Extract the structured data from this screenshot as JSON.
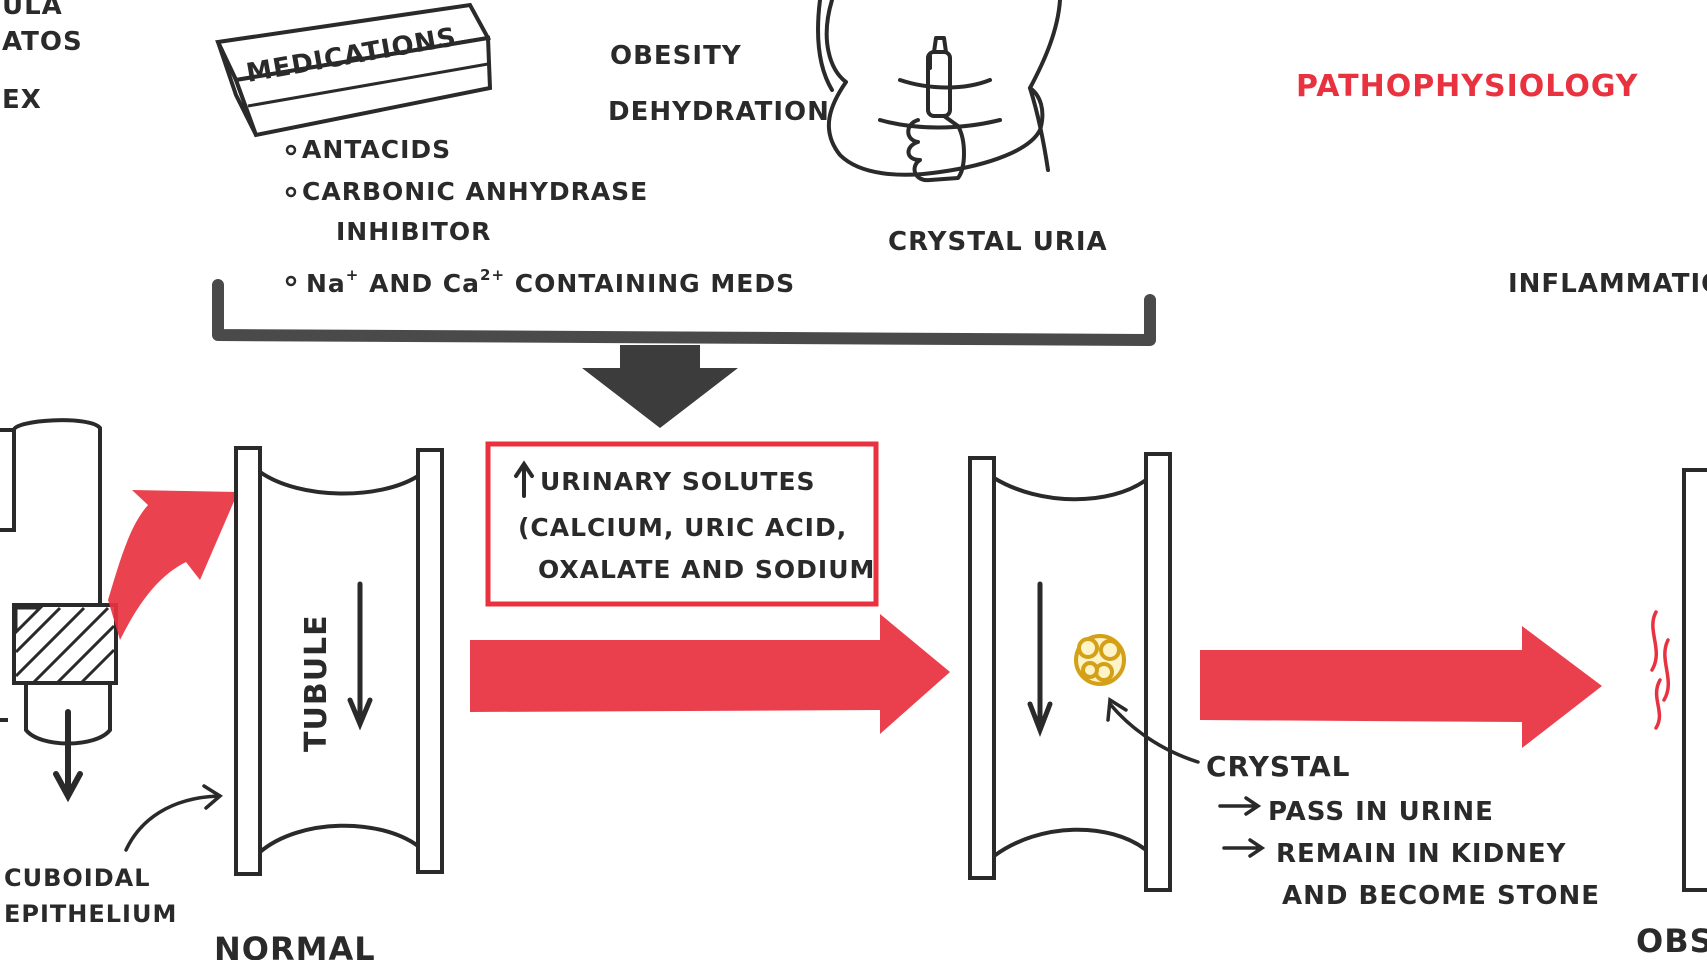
{
  "colors": {
    "ink": "#2a2a2a",
    "red": "#e8323f",
    "crystal": "#d4a017",
    "gray_marker": "#4a4a4a"
  },
  "cropped_left": {
    "line1": "ULA",
    "line2": "ATOS",
    "line3": "EX"
  },
  "medications": {
    "box_label": "MEDICATIONS",
    "item1": "ANTACIDS",
    "item2": "CARBONIC ANHYDRASE",
    "item2b": "INHIBITOR",
    "item3_prefix": "Na",
    "item3_sup1": "+",
    "item3_mid": " AND Ca",
    "item3_sup2": "2+",
    "item3_suffix": " CONTAINING MEDS"
  },
  "risk_factors": {
    "obesity": "OBESITY",
    "dehydration": "DEHYDRATION",
    "crystal_uria": "CRYSTAL URIA"
  },
  "section_title": "PATHOPHYSIOLOGY",
  "inflammation": "INFLAMMATIO",
  "solutes_box": {
    "line1": "URINARY SOLUTES",
    "line2": "(CALCIUM, URIC ACID,",
    "line3": "OXALATE AND SODIUM"
  },
  "tubule_label": "TUBULE",
  "epithelium": {
    "line1": "CUBOIDAL",
    "line2": "EPITHELIUM"
  },
  "normal_label": "NORMAL",
  "crystal_label": "CRYSTAL",
  "outcomes": {
    "a": "PASS IN URINE",
    "b1": "REMAIN IN KIDNEY",
    "b2": "AND BECOME STONE"
  },
  "cropped_right_bottom": "OBS"
}
